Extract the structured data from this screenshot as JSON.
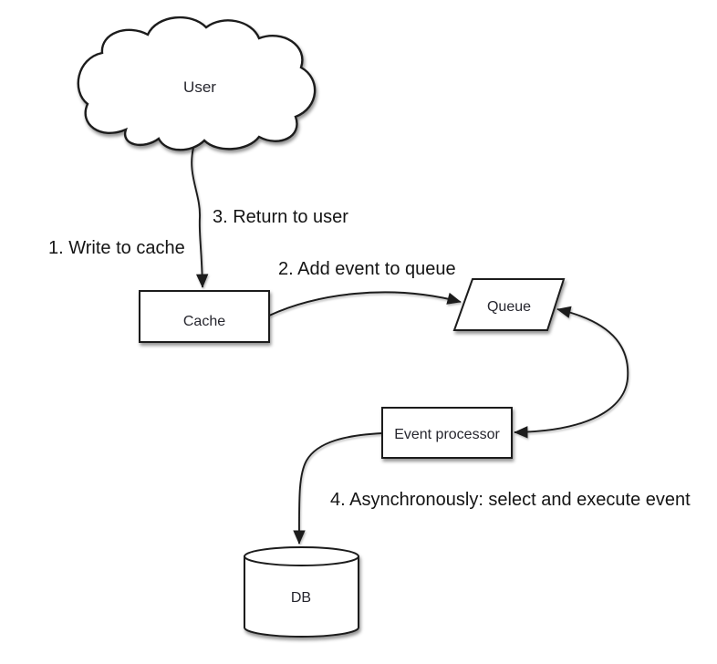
{
  "diagram_type": "flowchart",
  "nodes": {
    "user": {
      "label": "User",
      "shape": "cloud"
    },
    "cache": {
      "label": "Cache",
      "shape": "rectangle"
    },
    "queue": {
      "label": "Queue",
      "shape": "parallelogram"
    },
    "event_processor": {
      "label": "Event processor",
      "shape": "rectangle"
    },
    "db": {
      "label": "DB",
      "shape": "cylinder"
    }
  },
  "steps": {
    "step1": "1. Write to cache",
    "step2": "2. Add event to queue",
    "step3": "3. Return to user",
    "step4": "4. Asynchronously: select and execute event"
  },
  "edges": [
    {
      "from": "user",
      "to": "cache",
      "direction": "one-way",
      "labels": [
        "1. Write to cache",
        "3. Return to user"
      ]
    },
    {
      "from": "cache",
      "to": "queue",
      "direction": "one-way",
      "labels": [
        "2. Add event to queue"
      ]
    },
    {
      "from": "queue",
      "to": "event_processor",
      "direction": "two-way",
      "labels": []
    },
    {
      "from": "event_processor",
      "to": "db",
      "direction": "one-way",
      "labels": [
        "4. Asynchronously: select and execute event"
      ]
    }
  ],
  "colors": {
    "background": "#ffffff",
    "shape_fill": "#ffffff",
    "stroke": "#1c1c1c",
    "node_text": "#26262e",
    "step_text": "#141414",
    "arrow_fill": "#1a1a1a"
  }
}
